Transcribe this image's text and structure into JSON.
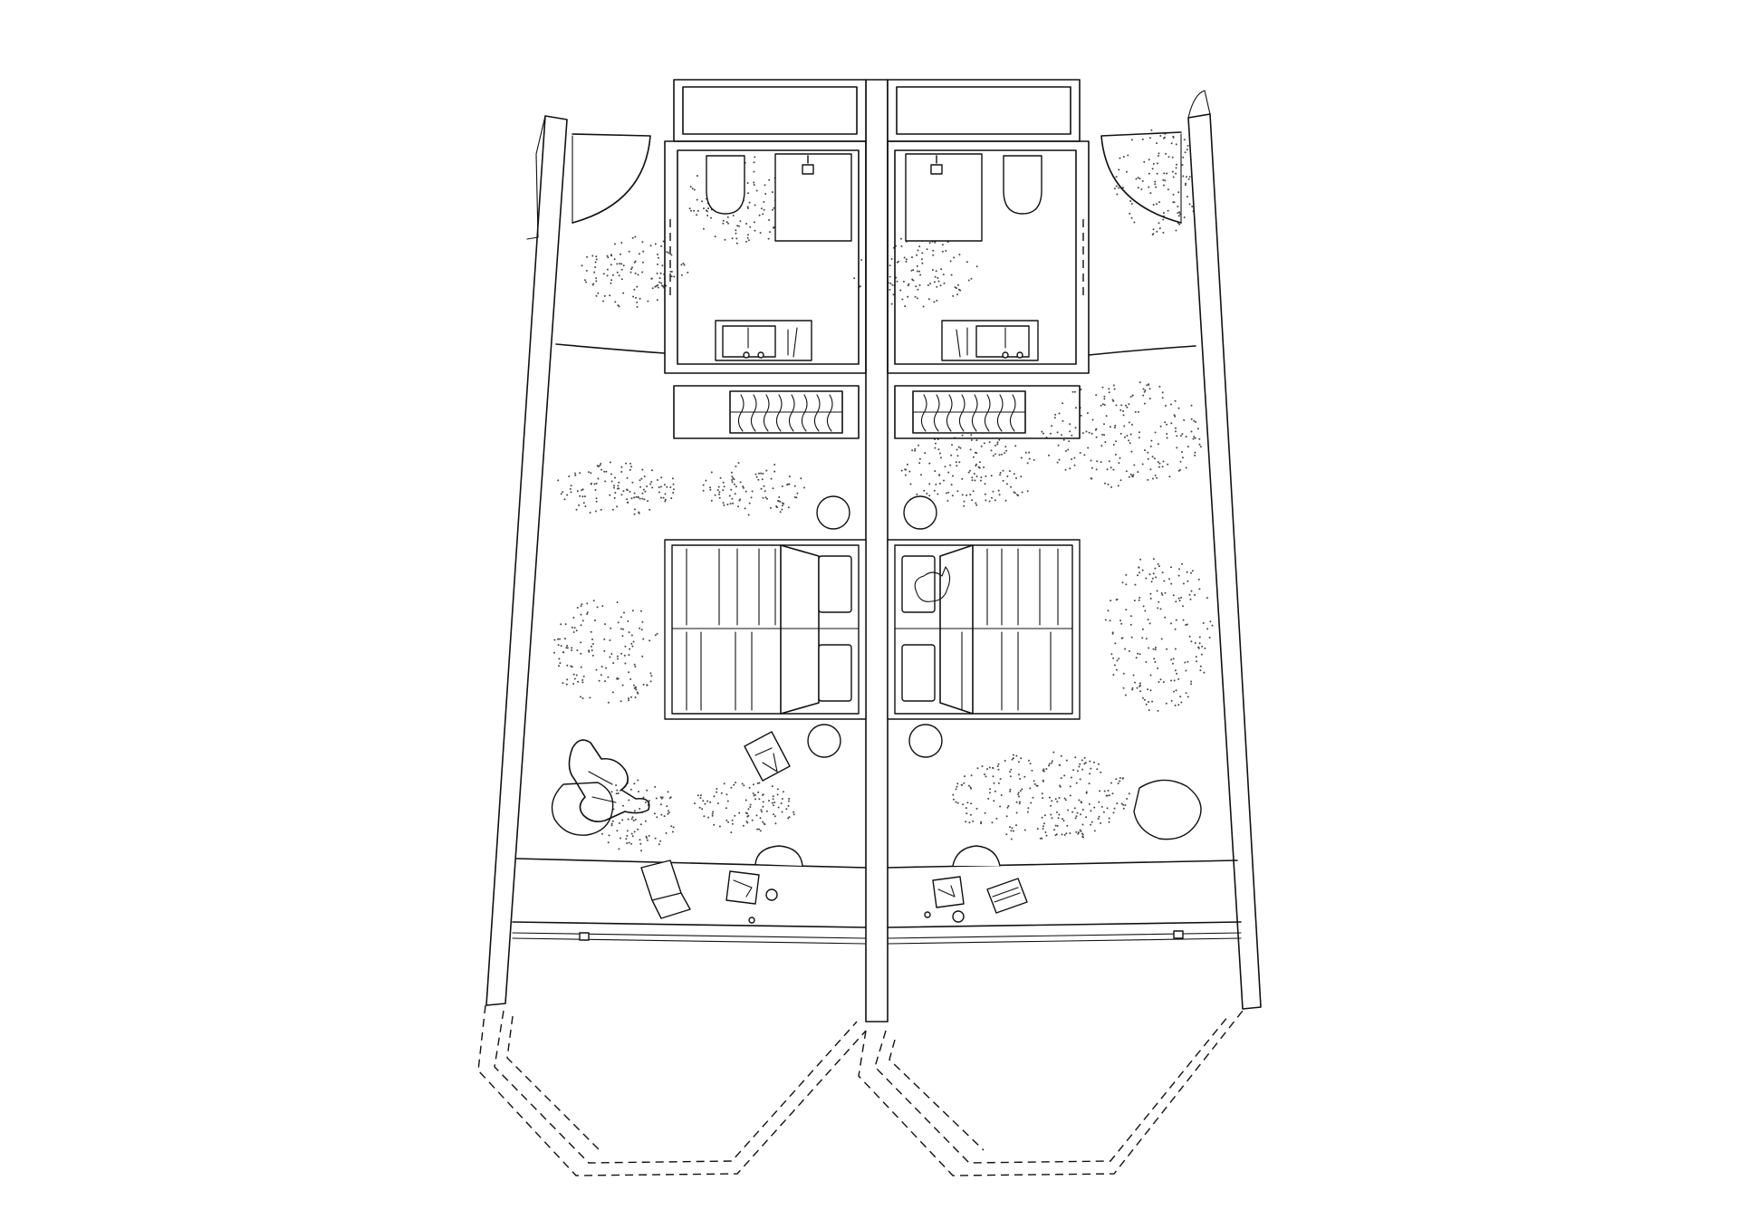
{
  "drawing": {
    "kind": "architectural-floor-plan",
    "description_visible_text": "",
    "units": [
      {
        "side": "left",
        "rooms": [
          "bathroom",
          "wardrobe",
          "bedroom",
          "desk-window-bay"
        ],
        "furniture": [
          "toilet",
          "shower-tray",
          "washbasin",
          "wardrobe-rail",
          "bed",
          "bedside-table",
          "round-table",
          "lounge-chair",
          "desk",
          "desk-chair",
          "laptop",
          "books"
        ]
      },
      {
        "side": "right",
        "rooms": [
          "bathroom",
          "wardrobe",
          "bedroom",
          "desk-window-bay"
        ],
        "furniture": [
          "toilet",
          "shower-tray",
          "washbasin",
          "wardrobe-rail",
          "bed",
          "bedside-table",
          "round-table",
          "desk",
          "desk-chair",
          "laptop",
          "books"
        ]
      }
    ],
    "line_color": "#111111",
    "background_color": "#ffffff",
    "floor_texture": "stipple"
  }
}
